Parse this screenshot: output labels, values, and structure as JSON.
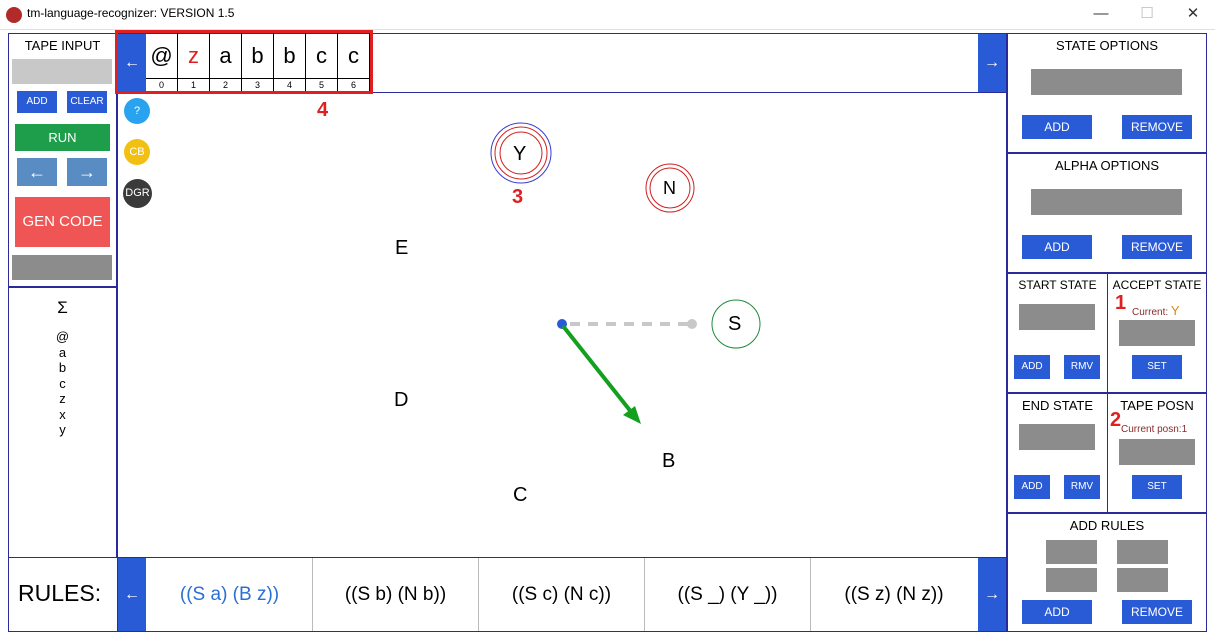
{
  "window": {
    "title": "tm-language-recognizer: VERSION 1.5",
    "minimize": "—",
    "maximize": "☐",
    "close": "✕"
  },
  "tape_input": {
    "title": "TAPE INPUT",
    "add_label": "ADD",
    "clear_label": "CLEAR",
    "run_label": "RUN",
    "back_arrow": "←",
    "forward_arrow": "→",
    "gen_code_label": "GEN CODE"
  },
  "alphabet": {
    "title": "Σ",
    "symbols": [
      "@",
      "a",
      "b",
      "c",
      "z",
      "x",
      "y"
    ]
  },
  "tape": {
    "left_arrow": "←",
    "right_arrow": "→",
    "cells": [
      {
        "symbol": "@",
        "index": "0"
      },
      {
        "symbol": "z",
        "index": "1"
      },
      {
        "symbol": "a",
        "index": "2"
      },
      {
        "symbol": "b",
        "index": "3"
      },
      {
        "symbol": "b",
        "index": "4"
      },
      {
        "symbol": "c",
        "index": "5"
      },
      {
        "symbol": "c",
        "index": "6"
      }
    ],
    "current_position": 1,
    "highlight_color": "#e02020"
  },
  "canvas_tools": {
    "help": "?",
    "cb": "CB",
    "dgr": "DGR"
  },
  "states": {
    "Y": "Y",
    "N": "N",
    "S": "S",
    "E": "E",
    "D": "D",
    "B": "B",
    "C": "C"
  },
  "annotations": {
    "a1": "1",
    "a2": "2",
    "a3": "3",
    "a4": "4"
  },
  "state_options": {
    "title": "STATE OPTIONS",
    "add_label": "ADD",
    "remove_label": "REMOVE"
  },
  "alpha_options": {
    "title": "ALPHA OPTIONS",
    "add_label": "ADD",
    "remove_label": "REMOVE"
  },
  "start_state": {
    "title": "START STATE",
    "add_label": "ADD",
    "rmv_label": "RMV"
  },
  "accept_state": {
    "title": "ACCEPT STATE",
    "current_prefix": "Current:",
    "current_value": "Y",
    "set_label": "SET"
  },
  "end_state": {
    "title": "END STATE",
    "add_label": "ADD",
    "rmv_label": "RMV"
  },
  "tape_posn": {
    "title": "TAPE POSN",
    "current_text": "Current posn:1",
    "set_label": "SET"
  },
  "add_rules": {
    "title": "ADD RULES",
    "add_label": "ADD",
    "remove_label": "REMOVE"
  },
  "rules": {
    "title": "RULES:",
    "left_arrow": "←",
    "right_arrow": "→",
    "items": [
      "((S a) (B z))",
      "((S b) (N b))",
      "((S c) (N c))",
      "((S _) (Y _))",
      "((S z) (N z))"
    ],
    "highlight_color": "#2a6fd6"
  },
  "colors": {
    "accent_blue": "#2a5bd7",
    "run_green": "#1e9e4a",
    "gen_code_red": "#f05555",
    "help_blue": "#29a3f0",
    "cb_yellow": "#f2c012",
    "dgr_dark": "#3a3a3a",
    "edge_green": "#13a01e",
    "annotation_red": "#e02020",
    "accept_orange": "#d88a1a"
  }
}
